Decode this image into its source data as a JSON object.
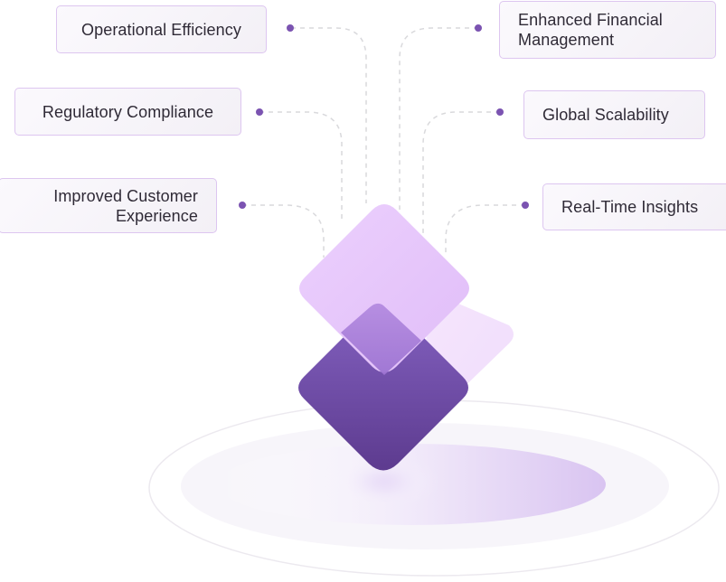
{
  "features": {
    "left": [
      {
        "label": "Operational Efficiency"
      },
      {
        "label": "Regulatory Compliance"
      },
      {
        "label": "Improved Customer\nExperience"
      }
    ],
    "right": [
      {
        "label": "Enhanced Financial\nManagement"
      },
      {
        "label": "Global Scalability"
      },
      {
        "label": "Real-Time Insights"
      }
    ]
  },
  "colors": {
    "accent_dot": "#7b53b1",
    "diamond_light": "#e6c3fb",
    "diamond_dark": "#6a459e",
    "card_border": "#ddc6f0",
    "connector": "#d9d9dc"
  },
  "icons": {
    "center_logo": "stacked-diamonds-icon"
  }
}
